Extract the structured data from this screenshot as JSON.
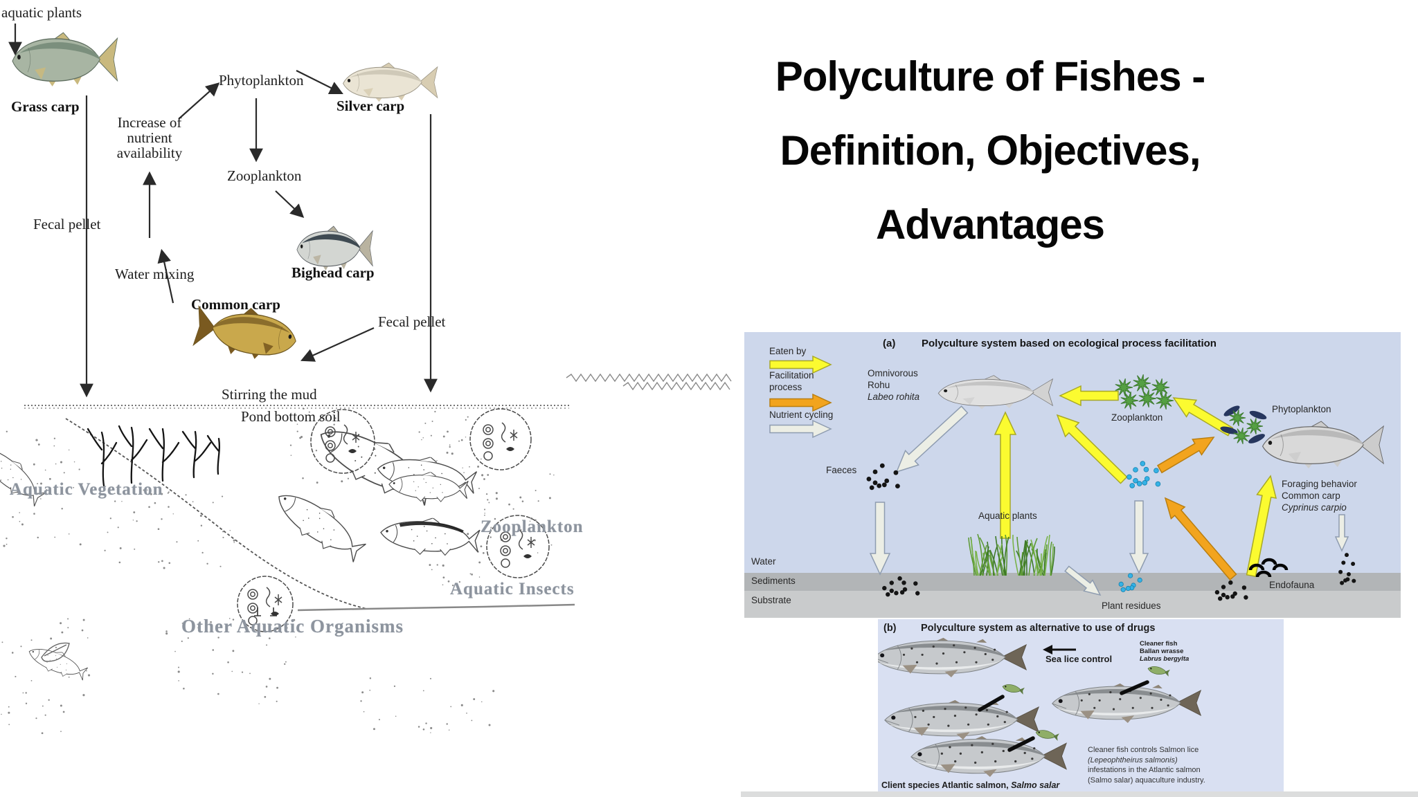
{
  "title": {
    "line1": "Polyculture of Fishes -",
    "line2": "Definition, Objectives,",
    "line3": "Advantages"
  },
  "food_web": {
    "aquatic_plants": "aquatic plants",
    "grass_carp": "Grass carp",
    "phytoplankton": "Phytoplankton",
    "increase_1": "Increase of",
    "increase_2": "nutrient",
    "increase_3": "availability",
    "zooplankton": "Zooplankton",
    "silver_carp": "Silver carp",
    "fecal_pellet_left": "Fecal pellet",
    "water_mixing": "Water mixing",
    "common_carp": "Common carp",
    "bighead_carp": "Bighead carp",
    "fecal_pellet_right": "Fecal pellet",
    "stirring_the_mud": "Stirring the mud",
    "pond_bottom_soil": "Pond bottom soil"
  },
  "pond_drawing": {
    "aquatic_vegetation": "Aquatic Vegetation",
    "zooplankton": "Zooplankton",
    "aquatic_insects": "Aquatic Insects",
    "other_aquatic_organisms": "Other Aquatic Organisms"
  },
  "panel_a": {
    "tag": "(a)",
    "title": "Polyculture system based on ecological process facilitation",
    "legend": {
      "eaten_by": "Eaten by",
      "facilitation": "Facilitation process",
      "nutrient_cycling": "Nutrient cycling"
    },
    "labels": {
      "omnivorous": "Omnivorous",
      "rohu": "Rohu",
      "labeo_rohita": "Labeo rohita",
      "zooplankton": "Zooplankton",
      "phytoplankton": "Phytoplankton",
      "faeces": "Faeces",
      "aquatic_plants": "Aquatic plants",
      "water": "Water",
      "sediments": "Sediments",
      "substrate": "Substrate",
      "plant_residues": "Plant residues",
      "endofauna": "Endofauna",
      "foraging_1": "Foraging behavior",
      "foraging_2": "Common carp",
      "foraging_3": "Cyprinus carpio"
    },
    "colors": {
      "background": "#cdd7eb",
      "sediment_band": "#b2b5b7",
      "substrate_band": "#c9cbcc",
      "eaten_by_arrow": "#fbfb30",
      "facilitation_arrow": "#f2a41e",
      "nutrient_arrow": "#eceee5",
      "zooplankton_green": "#55a043",
      "phytoplankton_navy": "#26365e",
      "residue_blue": "#35b2e6"
    }
  },
  "panel_b": {
    "tag": "(b)",
    "title": "Polyculture system as alternative to use of drugs",
    "sea_lice_control": "Sea lice control",
    "cleaner_1": "Cleaner fish",
    "cleaner_2": "Ballan wrasse",
    "cleaner_3": "Labrus bergylta",
    "desc": [
      "Cleaner fish controls Salmon lice",
      "(Lepeophtheirus salmonis)",
      "infestations in the Atlantic salmon",
      "(Salmo salar) aquaculture industry."
    ],
    "client_prefix": "Client species Atlantic salmon, ",
    "client_species": "Salmo salar",
    "colors": {
      "background": "#d9e0f2"
    }
  }
}
